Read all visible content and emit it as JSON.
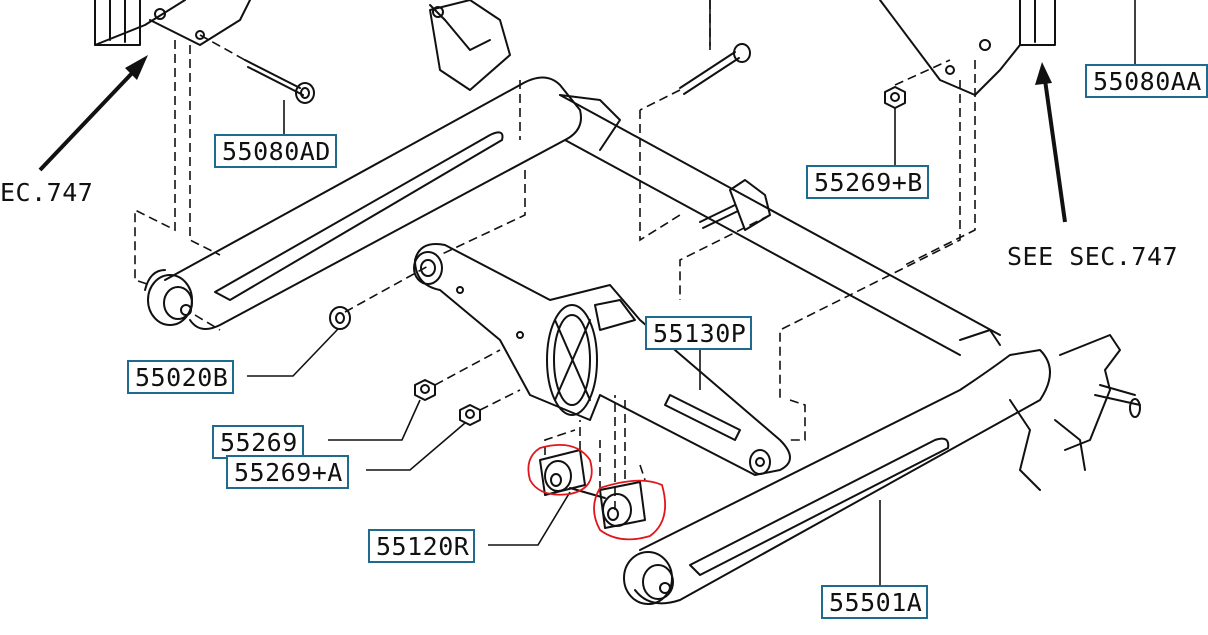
{
  "labels": {
    "p55080AD": "55080AD",
    "p55269B": "55269+B",
    "p55080AA": "55080AA",
    "p55020B": "55020B",
    "p55130P": "55130P",
    "p55269": "55269",
    "p55269A": "55269+A",
    "p55120R": "55120R",
    "p55501A": "55501A",
    "see_sec_left": "EC.747",
    "see_sec_right": "SEE SEC.747"
  },
  "colors": {
    "line": "#111111",
    "callout_box": "#1f6b8f",
    "highlight": "#e0161c"
  }
}
